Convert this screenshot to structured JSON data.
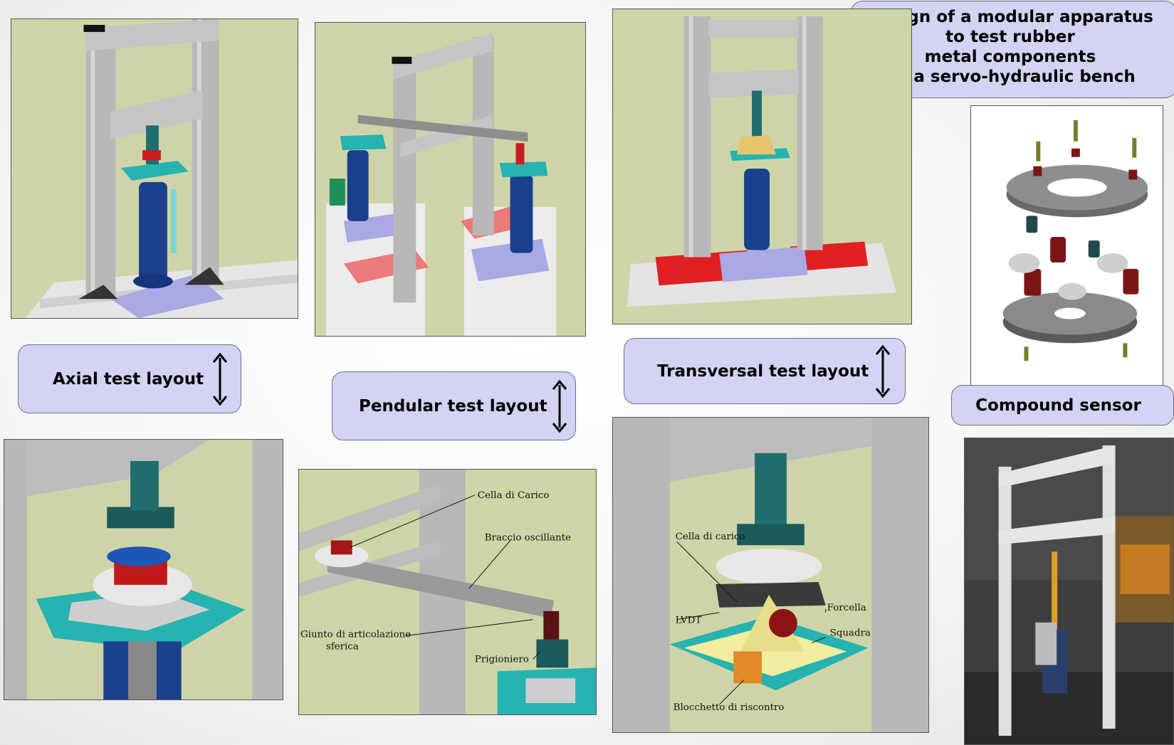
{
  "title": {
    "lines": [
      "Design of a modular apparatus",
      "to test rubber",
      "metal components",
      "on a servo-hydraulic bench"
    ]
  },
  "labels": {
    "axial": "Axial test layout",
    "pendular": "Pendular test layout",
    "transversal": "Transversal test layout",
    "compound": "Compound sensor"
  },
  "callouts": {
    "pendular": {
      "load_cell": "Cella di Carico",
      "swing_arm": "Braccio oscillante",
      "joint_line1": "Giunto di articolazione",
      "joint_line2": "sferica",
      "stud": "Prigioniero"
    },
    "transversal": {
      "load_cell": "Cella di carico",
      "lvdt": "LVDT",
      "fork": "Forcella",
      "square": "Squadra",
      "block": "Blocchetto di riscontro"
    }
  },
  "colors": {
    "label_bg": "#d3d3f3",
    "panel_bg": "#cfd5a8",
    "frame_gray": "#b8b8b8",
    "actuator_blue": "#1a3f8c",
    "plate_teal": "#27b3b0",
    "plate_red": "#e02020",
    "plate_salmon": "#ec7a7a",
    "plate_lavender": "#a9a9e6"
  },
  "icons": {
    "arrow": "double-vertical-arrow-icon"
  }
}
